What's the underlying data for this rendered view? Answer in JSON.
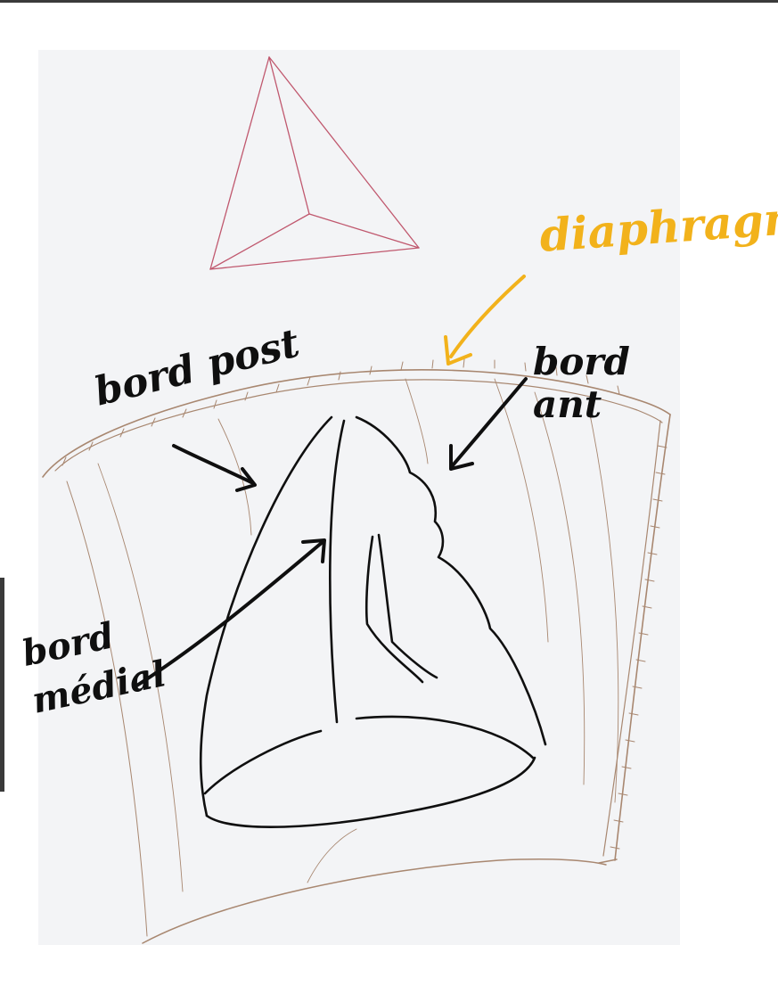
{
  "labels": {
    "diaphragm": "diaphragme",
    "posterior_border": "bord post",
    "anterior_border": "bord ant",
    "medial_border": "bord médial"
  },
  "colors": {
    "paper": "#f3f4f6",
    "ink": "#0f0f0f",
    "diaphragm_ink": "#f2b21b",
    "pyramid_ink": "#c0586e",
    "pencil": "#a88770"
  }
}
